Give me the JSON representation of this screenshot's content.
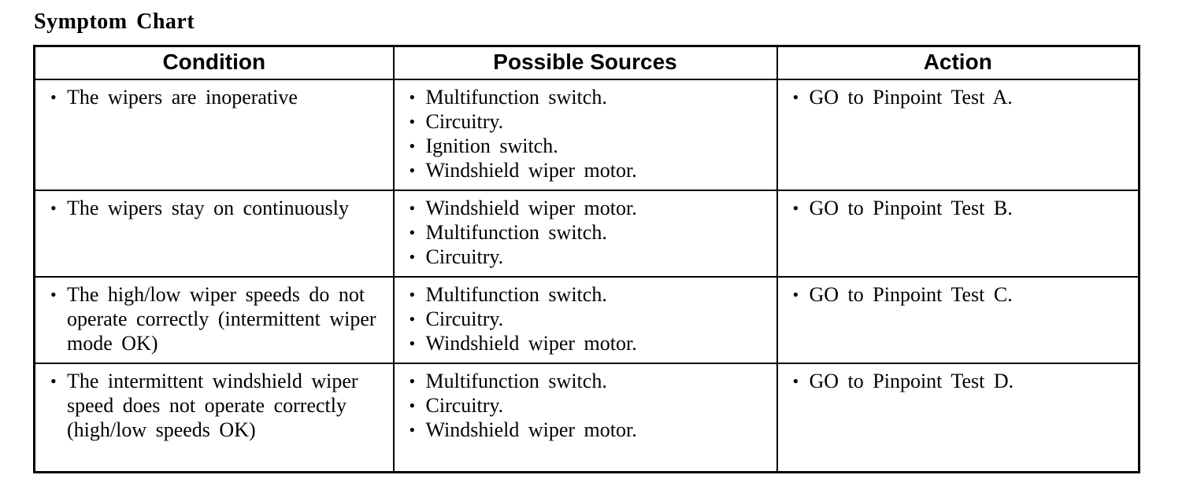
{
  "page": {
    "title": "Symptom Chart"
  },
  "table": {
    "headers": {
      "condition": "Condition",
      "sources": "Possible Sources",
      "action": "Action"
    },
    "rows": [
      {
        "condition": [
          "The wipers are inoperative"
        ],
        "sources": [
          "Multifunction switch.",
          "Circuitry.",
          "Ignition switch.",
          "Windshield wiper motor."
        ],
        "action": [
          "GO to Pinpoint Test A."
        ]
      },
      {
        "condition": [
          "The wipers stay on continuously"
        ],
        "sources": [
          "Windshield wiper motor.",
          "Multifunction switch.",
          "Circuitry."
        ],
        "action": [
          "GO to Pinpoint Test B."
        ]
      },
      {
        "condition": [
          "The high/low wiper speeds do not operate correctly (intermittent wiper mode OK)"
        ],
        "sources": [
          "Multifunction switch.",
          "Circuitry.",
          "Windshield wiper motor."
        ],
        "action": [
          "GO to Pinpoint Test C."
        ]
      },
      {
        "condition": [
          "The intermittent windshield wiper speed does not operate correctly (high/low speeds OK)"
        ],
        "sources": [
          "Multifunction switch.",
          "Circuitry.",
          "Windshield wiper motor."
        ],
        "action": [
          "GO to Pinpoint Test D."
        ]
      }
    ],
    "bullet_glyph": "•",
    "colors": {
      "text": "#000000",
      "background": "#ffffff",
      "border": "#000000"
    }
  }
}
